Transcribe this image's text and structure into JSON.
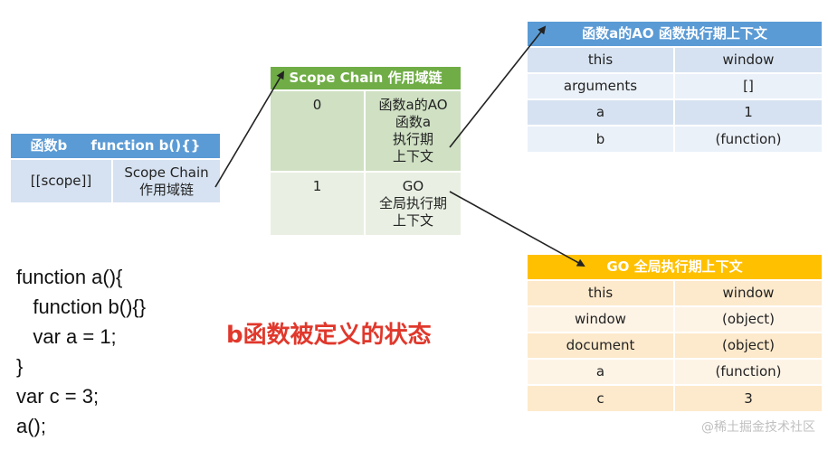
{
  "function_b": {
    "header_name": "函数b",
    "header_code": "function b(){}",
    "key": "[[scope]]",
    "value_line1": "Scope Chain",
    "value_line2": "作用域链"
  },
  "scope_chain": {
    "title": "Scope Chain 作用域链",
    "rows": [
      {
        "index": "0",
        "lines": [
          "函数a的AO",
          "函数a",
          "执行期",
          "上下文"
        ]
      },
      {
        "index": "1",
        "lines": [
          "GO",
          "全局执行期",
          "上下文"
        ]
      }
    ]
  },
  "ao": {
    "title": "函数a的AO 函数执行期上下文",
    "rows": [
      {
        "key": "this",
        "value": "window"
      },
      {
        "key": "arguments",
        "value": "[]"
      },
      {
        "key": "a",
        "value": "1"
      },
      {
        "key": "b",
        "value": "(function)"
      }
    ]
  },
  "go": {
    "title": "GO 全局执行期上下文",
    "rows": [
      {
        "key": "this",
        "value": "window"
      },
      {
        "key": "window",
        "value": "(object)"
      },
      {
        "key": "document",
        "value": "(object)"
      },
      {
        "key": "a",
        "value": "(function)"
      },
      {
        "key": "c",
        "value": "3"
      }
    ]
  },
  "code_lines": [
    "function a(){",
    "   function b(){}",
    "   var a = 1;",
    "}",
    "var c = 3;",
    "a();"
  ],
  "state_label": "b函数被定义的状态",
  "watermark": "@稀土掘金技术社区",
  "colors": {
    "blue_header": "#5b9bd5",
    "green_header": "#70ad47",
    "orange_header": "#ffc000",
    "state_text": "#e0382c"
  }
}
